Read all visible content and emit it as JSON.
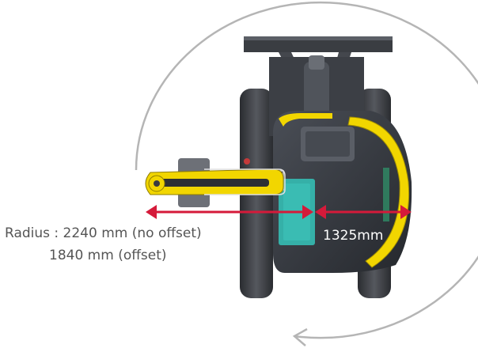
{
  "labels": {
    "radius_no_offset": "Radius : 2240 mm (no offset)",
    "radius_offset": "1840 mm (offset)",
    "offset_dimension": "1325mm"
  },
  "colors": {
    "dimension_arrow": "#d51a3a",
    "turn_circle": "#b5b5b5",
    "machine_yellow": "#f2d600",
    "machine_body": "#2f3238",
    "cab_glass": "#35b0a8"
  }
}
